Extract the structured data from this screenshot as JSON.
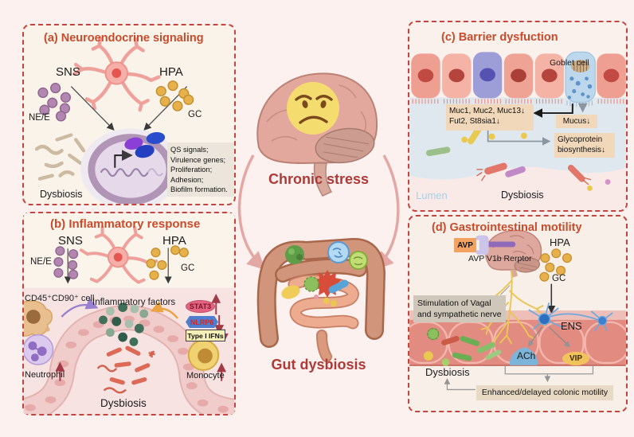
{
  "figure": {
    "center": {
      "top_label": "Chronic stress",
      "bottom_label": "Gut dysbiosis"
    },
    "colors": {
      "page_bg": "#fdf1ef",
      "panel_border": "#c2463f",
      "panel_title": "#c94b2b",
      "center_text": "#ae3a38",
      "tan_box": "#f1d8ba",
      "grey_box": "#cfc7b9",
      "stat3_fill": "#e26480",
      "nlrp6_fill": "#4e7ed0",
      "ifns_fill": "#f6f0b6",
      "avp_box": "#f3a361",
      "vip_fill": "#f1c35c",
      "lumen_text": "#a9d0e8",
      "ne_dots": "#b286b0",
      "gc_dots": "#e6b04a"
    }
  },
  "panel_a": {
    "title": "(a) Neuroendocrine signaling",
    "sns": "SNS",
    "hpa": "HPA",
    "nee": "NE/E",
    "gc": "GC",
    "dysbiosis": "Dysbiosis",
    "effects": [
      "QS signals;",
      "Virulence genes;",
      "Proliferation;",
      "Adhesion;",
      "Biofilm formation."
    ]
  },
  "panel_b": {
    "title": "(b) Inflammatory response",
    "sns": "SNS",
    "hpa": "HPA",
    "nee": "NE/E",
    "gc": "GC",
    "cd_cell": "CD45⁺CD90⁺ cell",
    "inflammatory_factors": "Inflammatory factors",
    "stat3": "STAT3",
    "nlrp6": "NLRP6",
    "type_ifns": "Type I IFNs",
    "neutrophil": "Neutrophil",
    "monocyte": "Monocyte",
    "dysbiosis": "Dysbiosis"
  },
  "panel_c": {
    "title": "(c) Barrier dysfuction",
    "goblet": "Goblet cell",
    "muc_line1": "Muc1, Muc2, Muc13↓",
    "muc_line2": "Fut2, St8sia1↓",
    "mucus": "Mucus↓",
    "glyco_line1": "Glycoprotein",
    "glyco_line2": "biosynthesis↓",
    "lumen": "Lumen",
    "dysbiosis": "Dysbiosis"
  },
  "panel_d": {
    "title": "(d) Gastrointestinal motility",
    "avp": "AVP",
    "avp_receptor": "AVP V1b Rerptor",
    "hpa": "HPA",
    "gc": "GC",
    "stim_line1": "Stimulation of Vagal",
    "stim_line2": "and sympathetic nerve",
    "ens": "ENS",
    "ach": "ACh",
    "vip": "VIP",
    "dysbiosis": "Dysbiosis",
    "motility_box": "Enhanced/delayed colonic motility"
  }
}
